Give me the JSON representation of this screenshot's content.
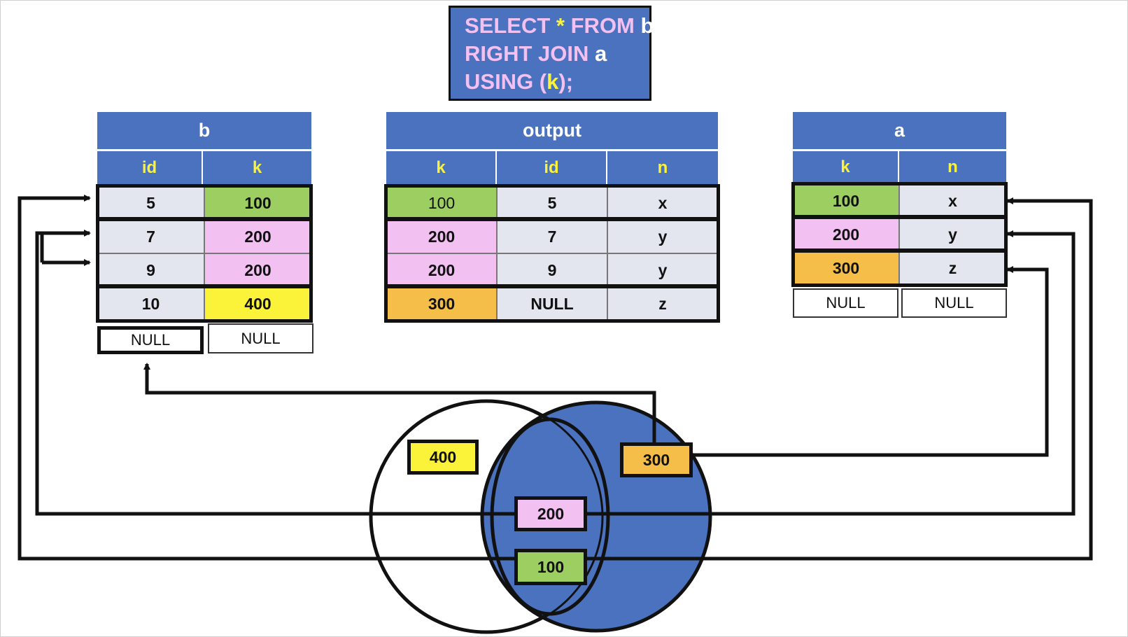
{
  "sql": {
    "line1": {
      "kw": "SELECT",
      "star": "*",
      "kw2": "FROM",
      "tbl": "b"
    },
    "line2": {
      "kw": "RIGHT JOIN",
      "tbl": "a"
    },
    "line3": {
      "kw_open": "USING (",
      "key": "k",
      "kw_close": ");"
    }
  },
  "table_b": {
    "title": "b",
    "headers": [
      "id",
      "k"
    ],
    "rows": [
      [
        "5",
        "100"
      ],
      [
        "7",
        "200"
      ],
      [
        "9",
        "200"
      ],
      [
        "10",
        "400"
      ]
    ],
    "null_row": [
      "NULL",
      "NULL"
    ]
  },
  "table_output": {
    "title": "output",
    "headers": [
      "k",
      "id",
      "n"
    ],
    "rows": [
      [
        "100",
        "5",
        "x"
      ],
      [
        "200",
        "7",
        "y"
      ],
      [
        "200",
        "9",
        "y"
      ],
      [
        "300",
        "NULL",
        "z"
      ]
    ]
  },
  "table_a": {
    "title": "a",
    "headers": [
      "k",
      "n"
    ],
    "rows": [
      [
        "100",
        "x"
      ],
      [
        "200",
        "y"
      ],
      [
        "300",
        "z"
      ]
    ],
    "null_row": [
      "NULL",
      "NULL"
    ]
  },
  "venn": {
    "left_only": "400",
    "right_only": "300",
    "both": [
      "200",
      "100"
    ]
  },
  "colors": {
    "header_blue": "#4a72bf",
    "key_100": "#9dce62",
    "key_200": "#f3c0f2",
    "key_300": "#f4be48",
    "key_400": "#fbf33a",
    "cell_grey": "#e4e6ef"
  }
}
